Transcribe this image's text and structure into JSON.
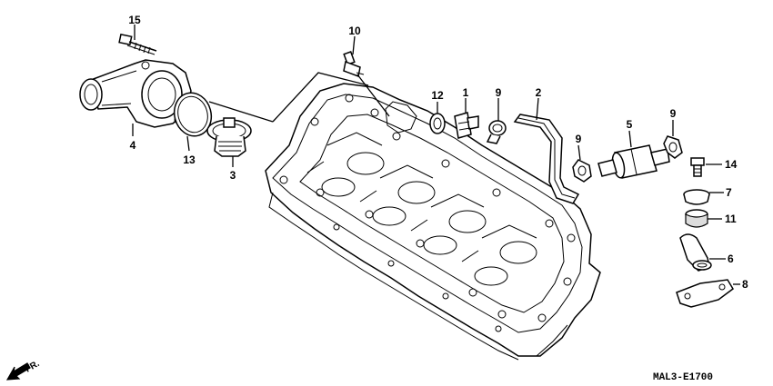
{
  "diagram": {
    "parts": [
      {
        "number": "15"
      },
      {
        "number": "4"
      },
      {
        "number": "13"
      },
      {
        "number": "3"
      },
      {
        "number": "10"
      },
      {
        "number": "12"
      },
      {
        "number": "1"
      },
      {
        "number": "9"
      },
      {
        "number": "2"
      },
      {
        "number": "9"
      },
      {
        "number": "5"
      },
      {
        "number": "9"
      },
      {
        "number": "14"
      },
      {
        "number": "7"
      },
      {
        "number": "11"
      },
      {
        "number": "6"
      },
      {
        "number": "8"
      }
    ],
    "direction_label": "FR.",
    "reference_code": "MAL3-E1700"
  }
}
